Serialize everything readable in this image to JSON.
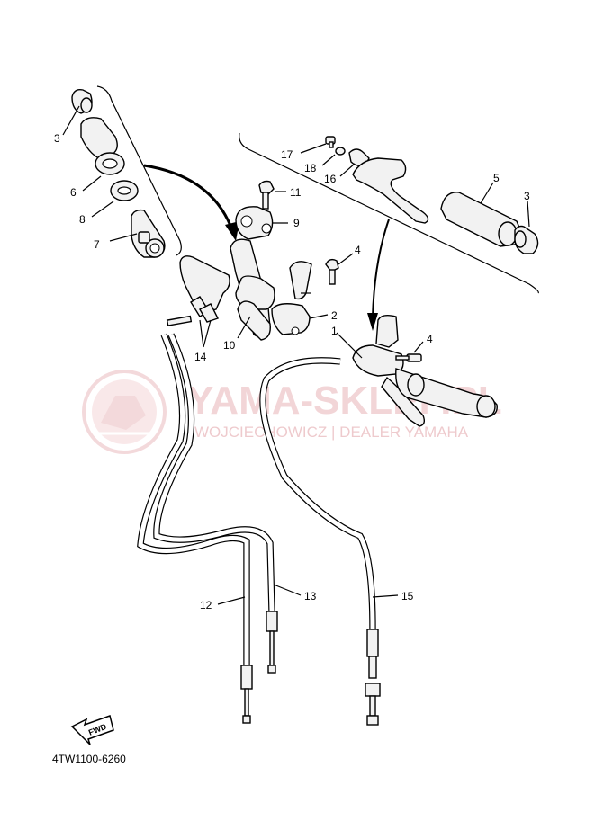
{
  "watermark": {
    "brand": "YAMA-SKLEP.PL",
    "tagline": "WOJCIECHOWICZ | DEALER YAMAHA",
    "color": "#e8b4b8"
  },
  "diagram_code": "4TW1100-6260",
  "fwd_label": "FWD",
  "callouts": {
    "c3a": "3",
    "c6": "6",
    "c8": "8",
    "c7": "7",
    "c17": "17",
    "c18": "18",
    "c16": "16",
    "c11": "11",
    "c9": "9",
    "c5": "5",
    "c3b": "3",
    "c4a": "4",
    "c2": "2",
    "c1": "1",
    "c4b": "4",
    "c10": "10",
    "c14": "14",
    "c12": "12",
    "c13": "13",
    "c15": "15"
  }
}
